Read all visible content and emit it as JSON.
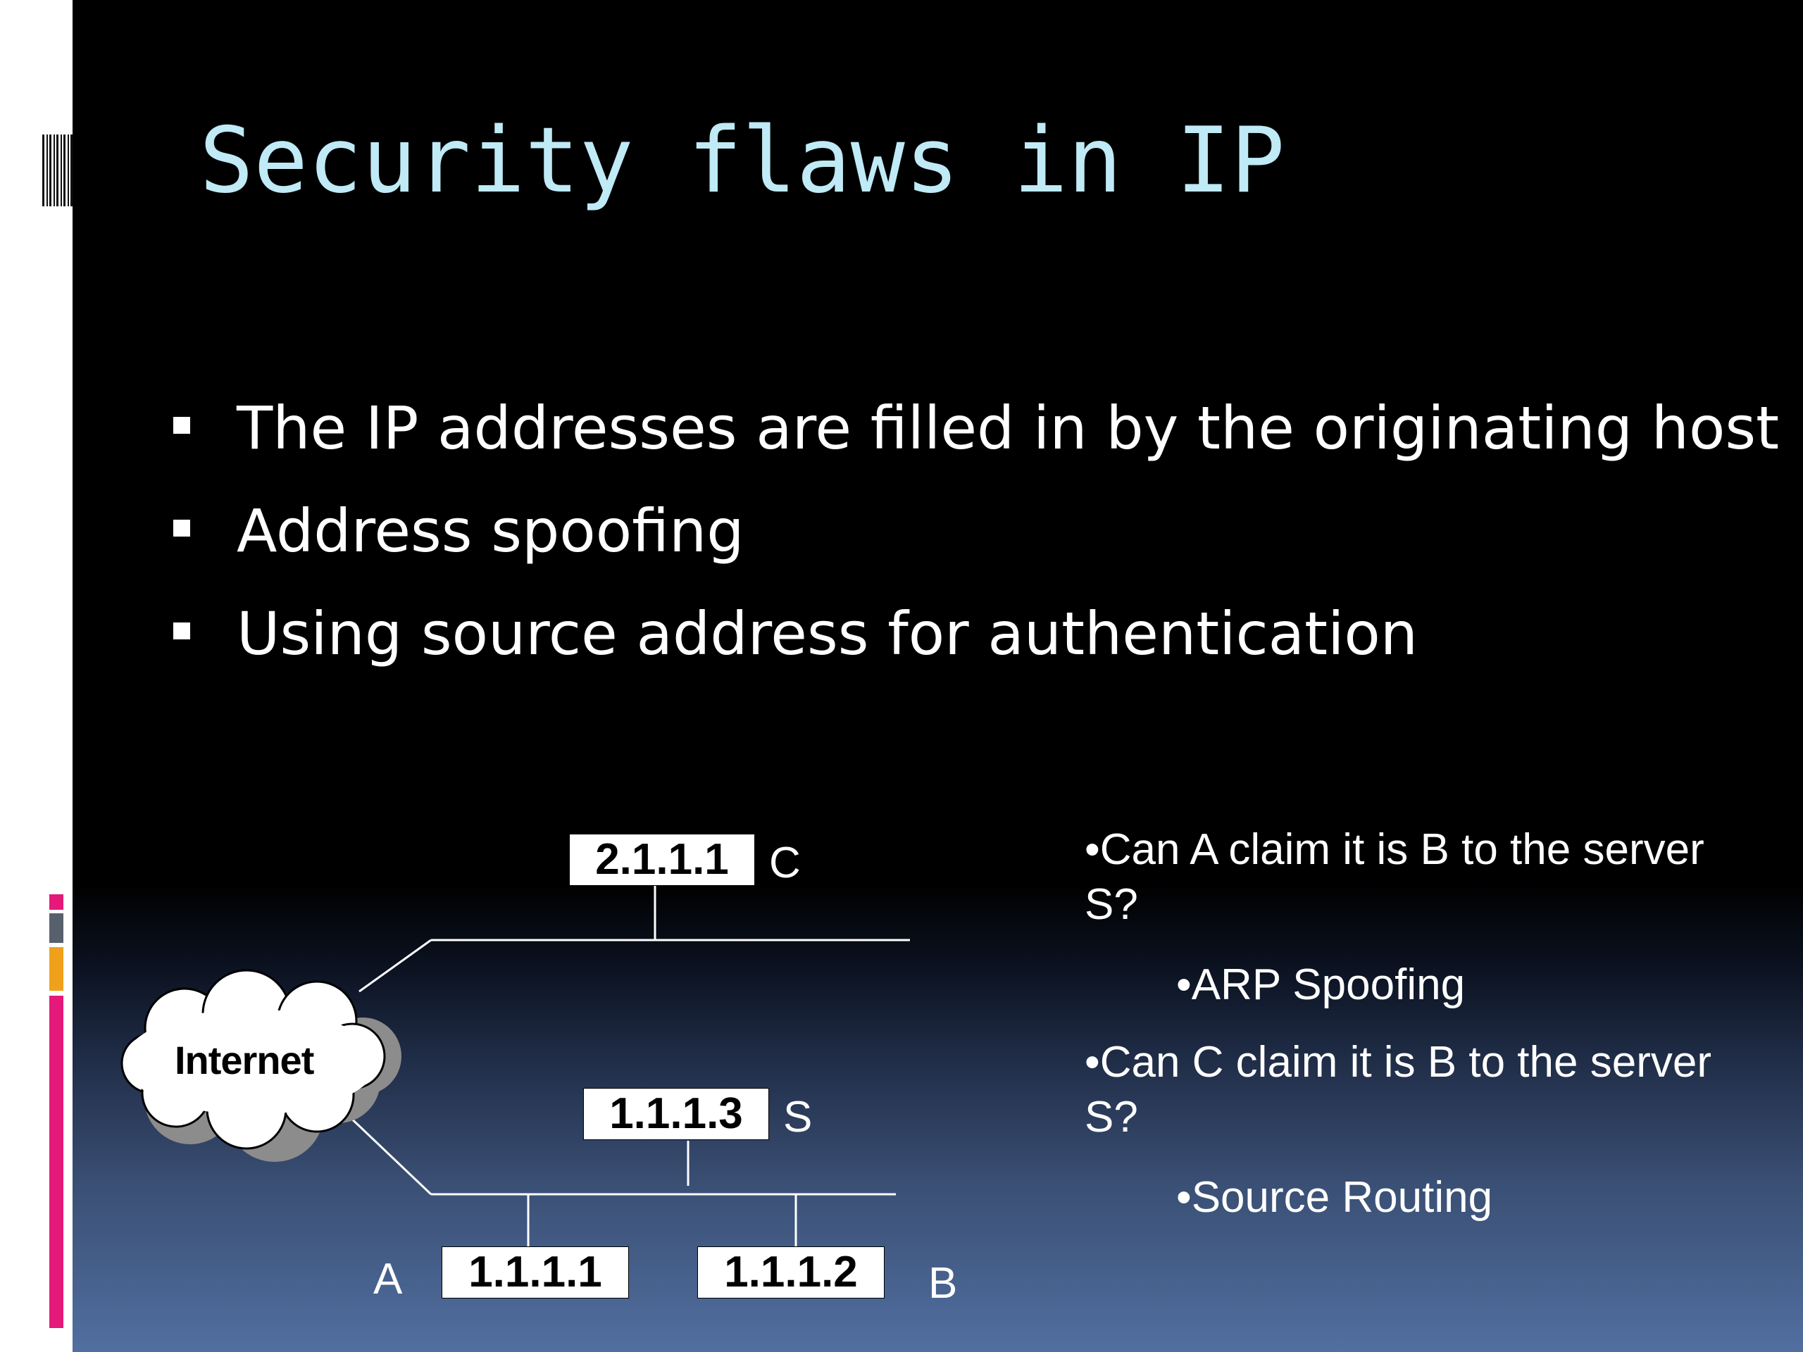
{
  "slide": {
    "title": "Security flaws in IP",
    "bullets": [
      "The IP addresses are filled in by the originating host",
      "Address spoofing",
      "Using source address for authentication"
    ]
  },
  "diagram": {
    "cloud_label": "Internet",
    "hosts": {
      "c": {
        "ip": "2.1.1.1",
        "label": "C"
      },
      "s": {
        "ip": "1.1.1.3",
        "label": "S"
      },
      "a": {
        "ip": "1.1.1.1",
        "label": "A"
      },
      "b": {
        "ip": "1.1.1.2",
        "label": "B"
      }
    }
  },
  "questions": [
    {
      "question": "•Can A claim it is B to the server S?",
      "answer": "•ARP Spoofing"
    },
    {
      "question": "•Can C claim it is B to the server S?",
      "answer": "•Source Routing"
    }
  ],
  "colors": {
    "title": "#bfeaf6",
    "background_top": "#000000",
    "background_bottom": "#516fa0",
    "accent_pink": "#e5197a",
    "accent_orange": "#f0a11c",
    "accent_gray": "#58606e"
  }
}
